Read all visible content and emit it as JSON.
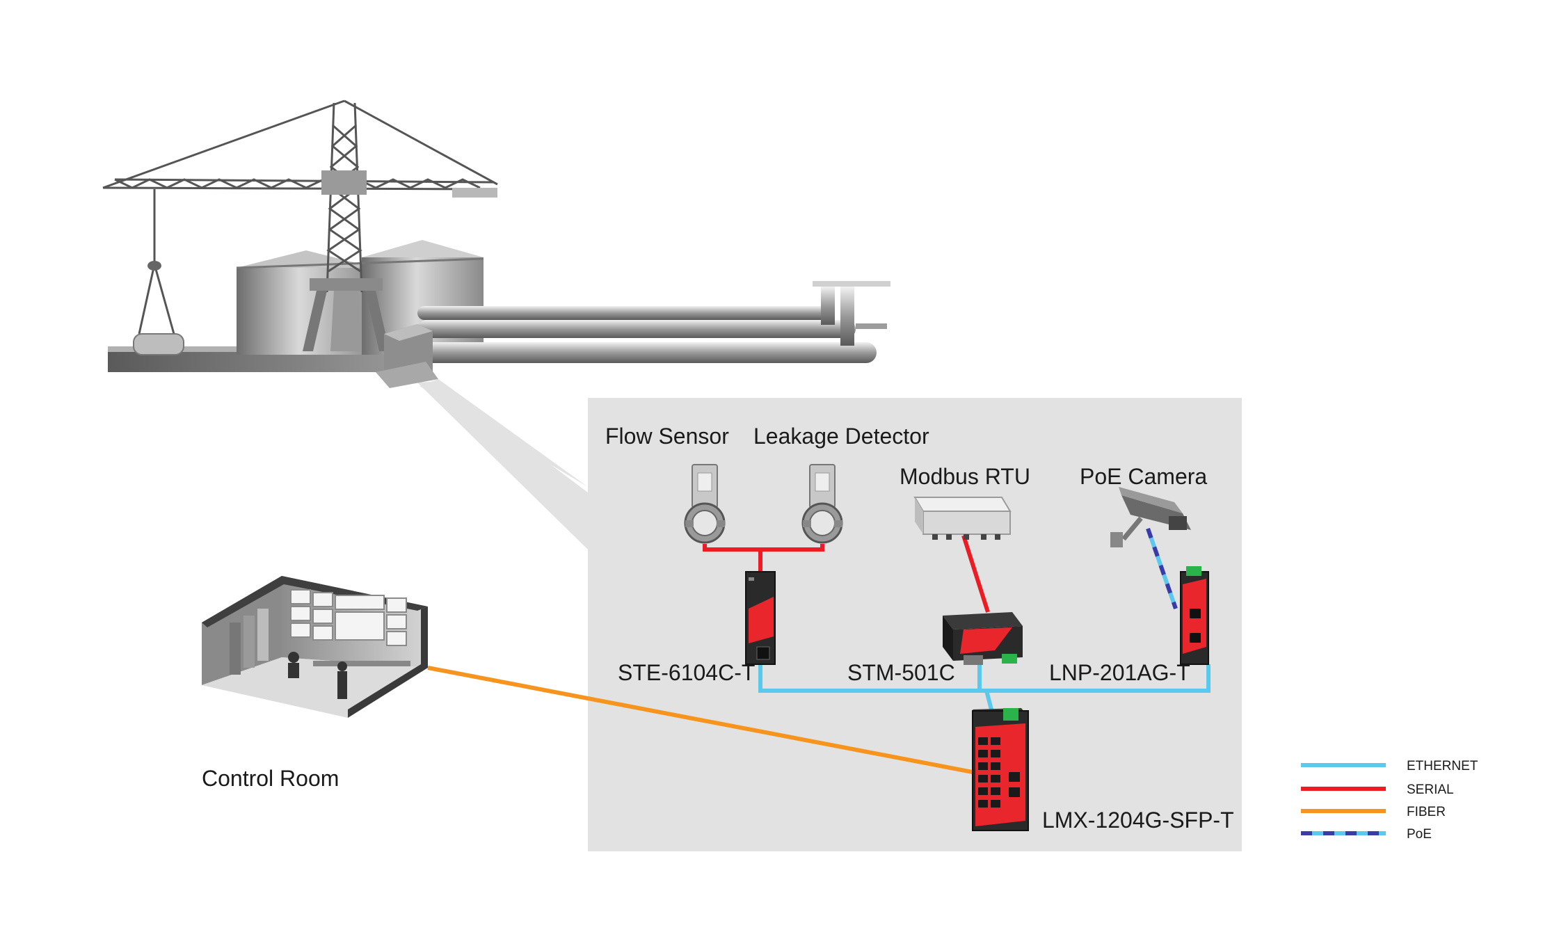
{
  "labels": {
    "flow_sensor": "Flow Sensor",
    "leakage_detector": "Leakage Detector",
    "modbus_rtu": "Modbus RTU",
    "poe_camera": "PoE Camera",
    "ste": "STE-6104C-T",
    "stm": "STM-501C",
    "lnp": "LNP-201AG-T",
    "lmx": "LMX-1204G-SFP-T",
    "control_room": "Control Room"
  },
  "legend": [
    {
      "label": "ETHERNET",
      "color": "#5bc8ee",
      "dashed": false
    },
    {
      "label": "SERIAL",
      "color": "#ed1c24",
      "dashed": false
    },
    {
      "label": "FIBER",
      "color": "#f7941d",
      "dashed": false
    },
    {
      "label": "PoE",
      "color": "#5bc8ee",
      "dash_color": "#3a3aa8",
      "dashed": true
    }
  ],
  "colors": {
    "ethernet": "#5bc8ee",
    "serial": "#ed1c24",
    "fiber": "#f7941d",
    "poe_dash": "#3a3aa8",
    "panel": "#e2e2e2",
    "device_red": "#e8262c",
    "device_black": "#2a2a2a"
  }
}
